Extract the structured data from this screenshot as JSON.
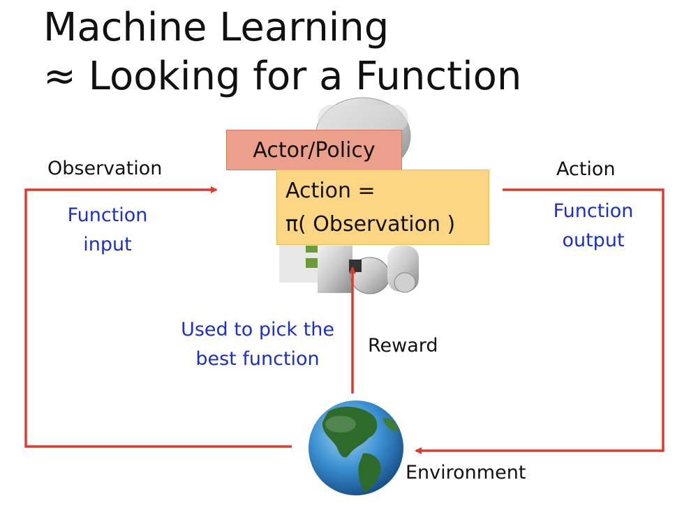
{
  "title": {
    "line1": "Machine Learning",
    "line2": "≈ Looking for a Function"
  },
  "actor": {
    "label": "Actor/Policy",
    "formula_line1": "Action =",
    "formula_line2": "π( Observation )"
  },
  "labels": {
    "observation": "Observation",
    "action": "Action",
    "reward": "Reward",
    "environment": "Environment"
  },
  "notes": {
    "function_input_line1": "Function",
    "function_input_line2": "input",
    "function_output_line1": "Function",
    "function_output_line2": "output",
    "pick_line1": "Used to pick the",
    "pick_line2": "best function"
  },
  "colors": {
    "arrow": "#e03a2e",
    "note_text": "#1a2fd0",
    "actor_box": "#ec9f8a",
    "policy_box": "#fcd683"
  },
  "icons": {
    "robot": "robot-icon",
    "earth": "earth-globe-icon"
  }
}
